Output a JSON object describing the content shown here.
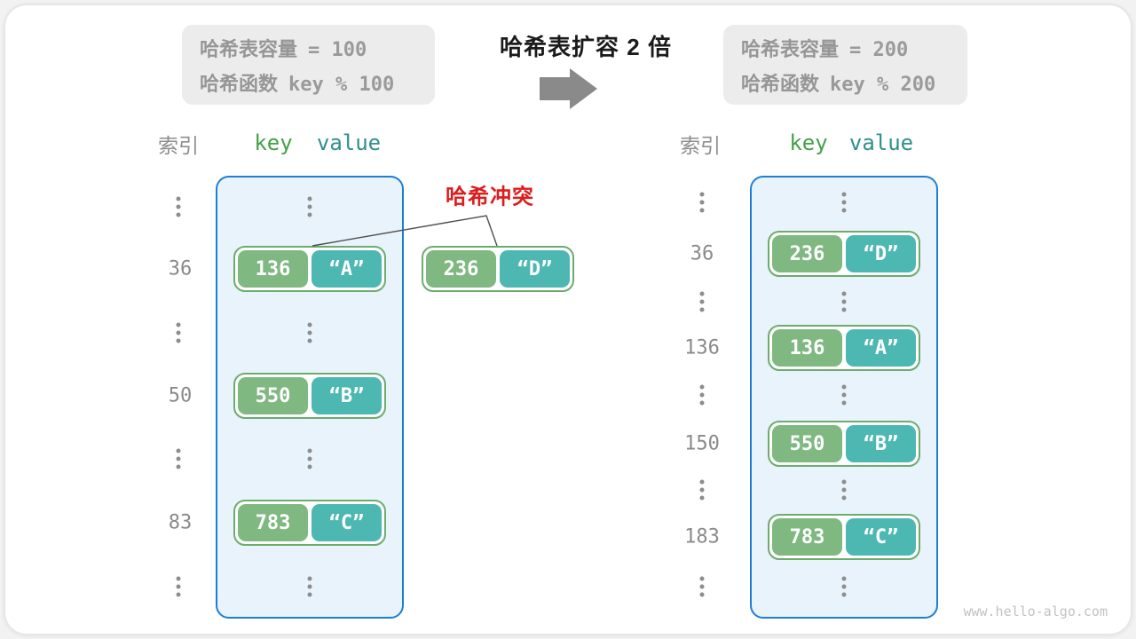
{
  "header": {
    "info_left": {
      "line1_label": "哈希表容量",
      "line1_value": "= 100",
      "line2_label": "哈希函数",
      "line2_value": "key % 100"
    },
    "title": "哈希表扩容 2 倍",
    "info_right": {
      "line1_label": "哈希表容量",
      "line1_value": "= 200",
      "line2_label": "哈希函数",
      "line2_value": "key % 200"
    }
  },
  "left_table": {
    "headers": {
      "index": "索引",
      "key": "key",
      "value": "value"
    },
    "index_labels": [
      "36",
      "50",
      "83"
    ],
    "pairs": [
      {
        "key": "136",
        "value": "“A”"
      },
      {
        "key": "550",
        "value": "“B”"
      },
      {
        "key": "783",
        "value": "“C”"
      }
    ]
  },
  "collision": {
    "label": "哈希冲突",
    "pair": {
      "key": "236",
      "value": "“D”"
    }
  },
  "right_table": {
    "headers": {
      "index": "索引",
      "key": "key",
      "value": "value"
    },
    "index_labels": [
      "36",
      "136",
      "150",
      "183"
    ],
    "pairs": [
      {
        "key": "236",
        "value": "“D”"
      },
      {
        "key": "136",
        "value": "“A”"
      },
      {
        "key": "550",
        "value": "“B”"
      },
      {
        "key": "783",
        "value": "“C”"
      }
    ]
  },
  "watermark": "www.hello-algo.com",
  "colors": {
    "table_bg": "#e9f3fb",
    "table_border": "#1d7fd4",
    "key_fill": "#7fb880",
    "value_fill": "#4db7b1",
    "pair_border": "#6dac6d",
    "index_text": "#8a8a8a",
    "header_key_green": "#43a147",
    "header_value_teal": "#2f908b",
    "collision_red": "#dd1c1c",
    "info_box_bg": "#ececec",
    "info_text_gray": "#9a9a9a",
    "arrow_gray": "#8a8a8a",
    "title_black": "#1b1b1b",
    "watermark_gray": "#c2c2c2"
  }
}
